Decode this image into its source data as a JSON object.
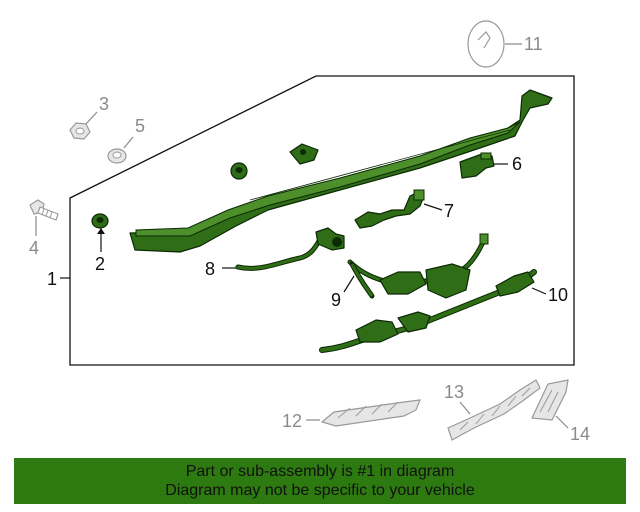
{
  "callouts": {
    "c1": "1",
    "c2": "2",
    "c3": "3",
    "c4": "4",
    "c5": "5",
    "c6": "6",
    "c7": "7",
    "c8": "8",
    "c9": "9",
    "c10": "10",
    "c11": "11",
    "c12": "12",
    "c13": "13",
    "c14": "14"
  },
  "footer": {
    "line1": "Part or sub-assembly is #1 in diagram",
    "line2": "Diagram may not be specific to your vehicle",
    "banner_color": "#2d7a10"
  },
  "colors": {
    "highlight_part": "#2f6d16",
    "callout_dark": "#111111",
    "callout_gray": "#8a8a8a"
  }
}
